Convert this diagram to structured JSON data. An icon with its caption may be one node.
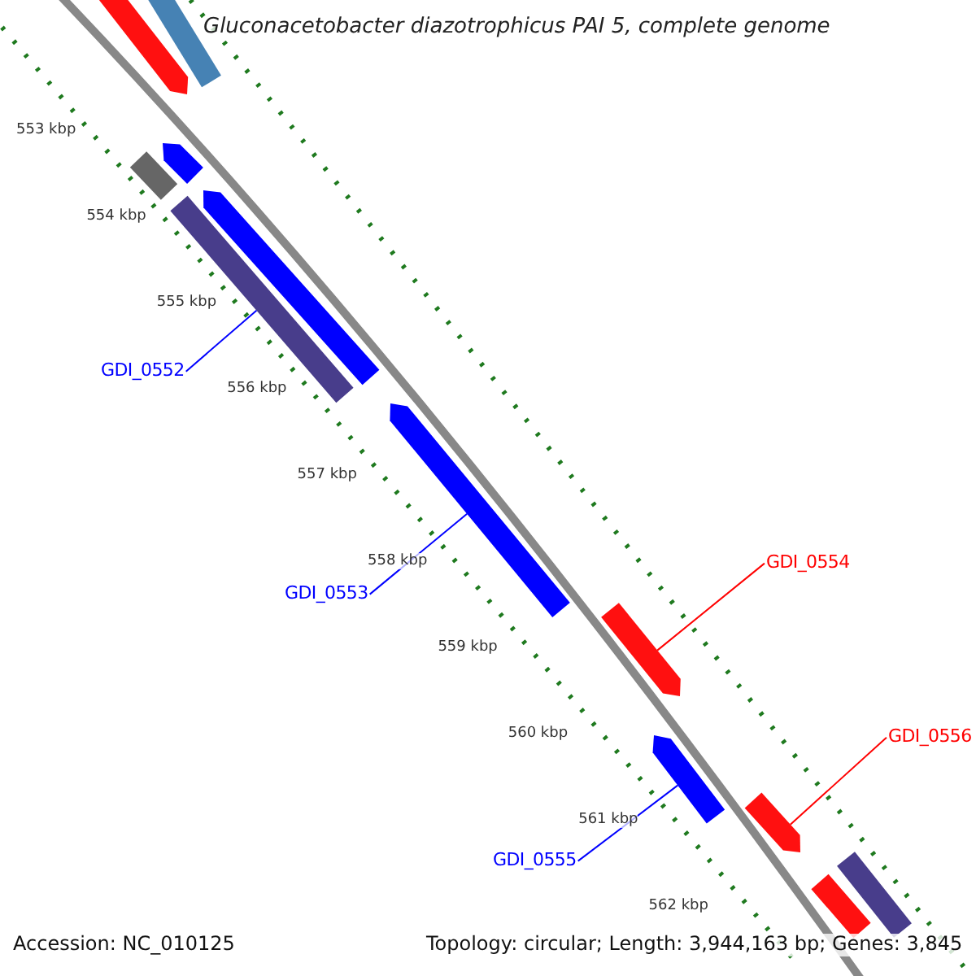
{
  "diagram": {
    "title": "Gluconacetobacter diazotrophicus PAI 5, complete genome",
    "nodes": [
      {
        "text": [],
        "shape": "arrow"
      },
      {
        "text": [],
        "shape": "bar"
      },
      {
        "text": [],
        "shape": "arrow"
      },
      {
        "text": [],
        "shape": "bar"
      },
      {
        "text": [
          "GDI_0552"
        ]
      },
      {
        "text": [],
        "shape": "bar"
      },
      {
        "text": [],
        "shape": "arrow"
      },
      {
        "text": [
          "GDI_0553"
        ]
      },
      {
        "text": [],
        "shape": "arrow"
      },
      {
        "text": [
          "GDI_0554"
        ]
      },
      {
        "text": [],
        "shape": "arrow"
      },
      {
        "text": [
          "GDI_0555"
        ]
      },
      {
        "text": [],
        "shape": "arrow"
      },
      {
        "text": [
          "GDI_0556"
        ]
      },
      {
        "text": [],
        "shape": "arrow"
      },
      {
        "text": [],
        "shape": "bar"
      },
      {
        "text": [],
        "shape": "bar"
      }
    ],
    "edges": [
      {
        "from": 4,
        "to": 5,
        "arrow": "none"
      },
      {
        "from": 7,
        "to": 8,
        "arrow": "none"
      },
      {
        "from": 9,
        "to": 10,
        "arrow": "none",
        "color": "#ff0000"
      },
      {
        "from": 11,
        "to": 12,
        "arrow": "none"
      },
      {
        "from": 13,
        "to": 14,
        "arrow": "none",
        "color": "#ff0000"
      }
    ],
    "labels": [
      "553 kbp",
      "554 kbp",
      "555 kbp",
      "556 kbp",
      "557 kbp",
      "558 kbp",
      "559 kbp",
      "560 kbp",
      "561 kbp",
      "562 kbp",
      "Accession: NC_010125",
      "Topology: circular; Length: 3,944,163 bp; Genes: 3,845"
    ]
  }
}
